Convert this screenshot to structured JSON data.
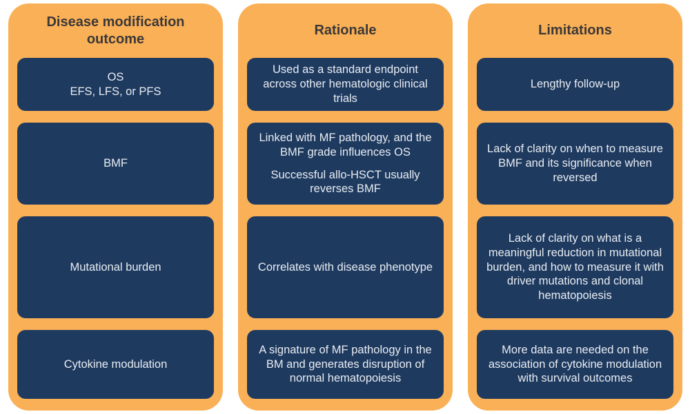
{
  "colors": {
    "panel_background": "#FAB056",
    "cell_background": "#1F3A5F",
    "header_text": "#3B3838",
    "cell_text": "#E8EDF3",
    "page_background": "#FFFFFF"
  },
  "columns": [
    {
      "header": "Disease modification outcome",
      "cells": [
        {
          "lines": [
            "OS",
            "EFS, LFS, or PFS"
          ]
        },
        {
          "text": "BMF"
        },
        {
          "text": "Mutational burden"
        },
        {
          "text": "Cytokine modulation"
        }
      ]
    },
    {
      "header": "Rationale",
      "cells": [
        {
          "text": "Used as a standard endpoint across other hematologic clinical trials"
        },
        {
          "paragraphs": [
            "Linked with MF pathology, and the BMF grade influences OS",
            "Successful allo-HSCT usually reverses BMF"
          ]
        },
        {
          "text": "Correlates with disease phenotype"
        },
        {
          "text": "A signature of MF pathology in the BM and generates disruption of normal hematopoiesis"
        }
      ]
    },
    {
      "header": "Limitations",
      "cells": [
        {
          "text": "Lengthy follow-up"
        },
        {
          "text": "Lack of clarity on when to measure BMF and its significance when reversed"
        },
        {
          "text": "Lack of clarity on what is a meaningful reduction in mutational burden, and how to measure it with driver mutations and clonal hematopoiesis"
        },
        {
          "text": "More data are needed on the association of cytokine modulation with survival outcomes"
        }
      ]
    }
  ]
}
